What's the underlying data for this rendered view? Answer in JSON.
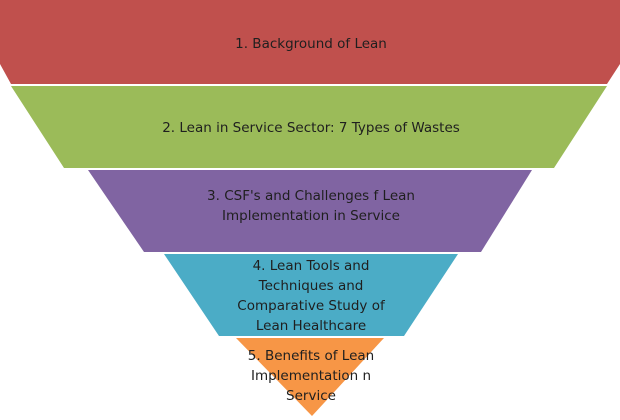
{
  "funnel": {
    "layers": [
      {
        "label": "1. Background of Lean",
        "color": "#c0504d"
      },
      {
        "label": "2. Lean in Service Sector: 7 Types of Wastes",
        "color": "#9bbb59"
      },
      {
        "label": "3. CSF's and Challenges f Lean\nImplementation in Service",
        "color": "#8064a2"
      },
      {
        "label": "4. Lean Tools and\nTechniques and\nComparative Study of\nLean Healthcare",
        "color": "#4bacc6"
      },
      {
        "label": "5. Benefits of Lean\nImplementation n\nService",
        "color": "#f79646"
      }
    ]
  }
}
